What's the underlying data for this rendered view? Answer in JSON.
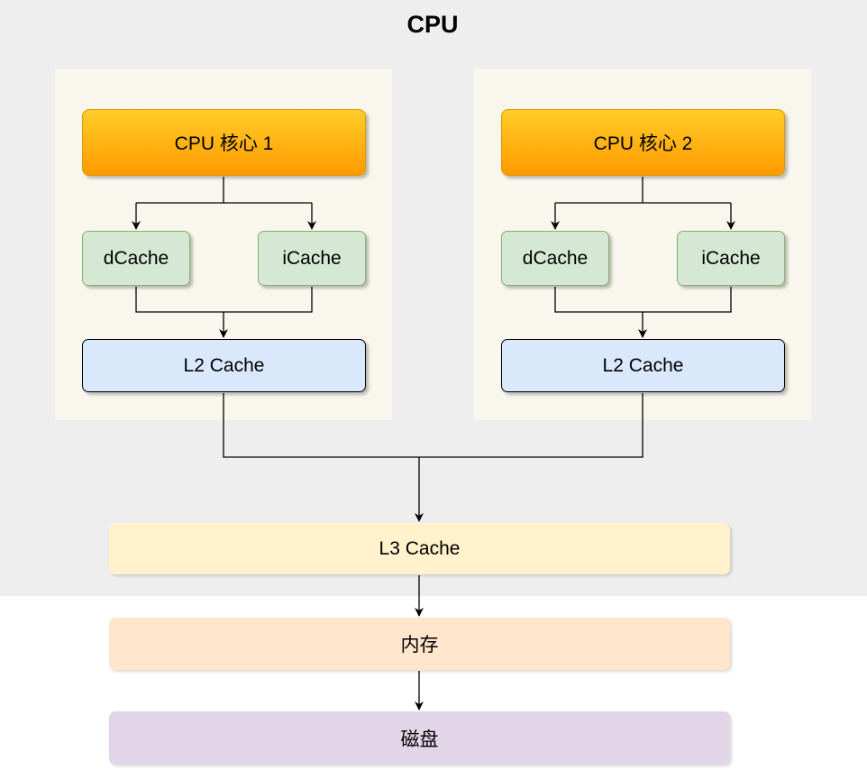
{
  "cpu": {
    "title": "CPU"
  },
  "cores": [
    {
      "name": "CPU 核心 1",
      "dcache": "dCache",
      "icache": "iCache",
      "l2": "L2 Cache"
    },
    {
      "name": "CPU 核心 2",
      "dcache": "dCache",
      "icache": "iCache",
      "l2": "L2 Cache"
    }
  ],
  "l3": "L3 Cache",
  "memory": "内存",
  "disk": "磁盘",
  "colors": {
    "cpu_region": "#eeeeee",
    "core_panel": "#f9f7ed",
    "core_fill_top": "#ffcd28",
    "core_fill_bottom": "#ff9a00",
    "l1_fill": "#d5e8d4",
    "l2_fill": "#dae8fc",
    "l3_fill": "#fff2cc",
    "memory_fill": "#ffe6cc",
    "disk_fill": "#e1d5e7"
  }
}
